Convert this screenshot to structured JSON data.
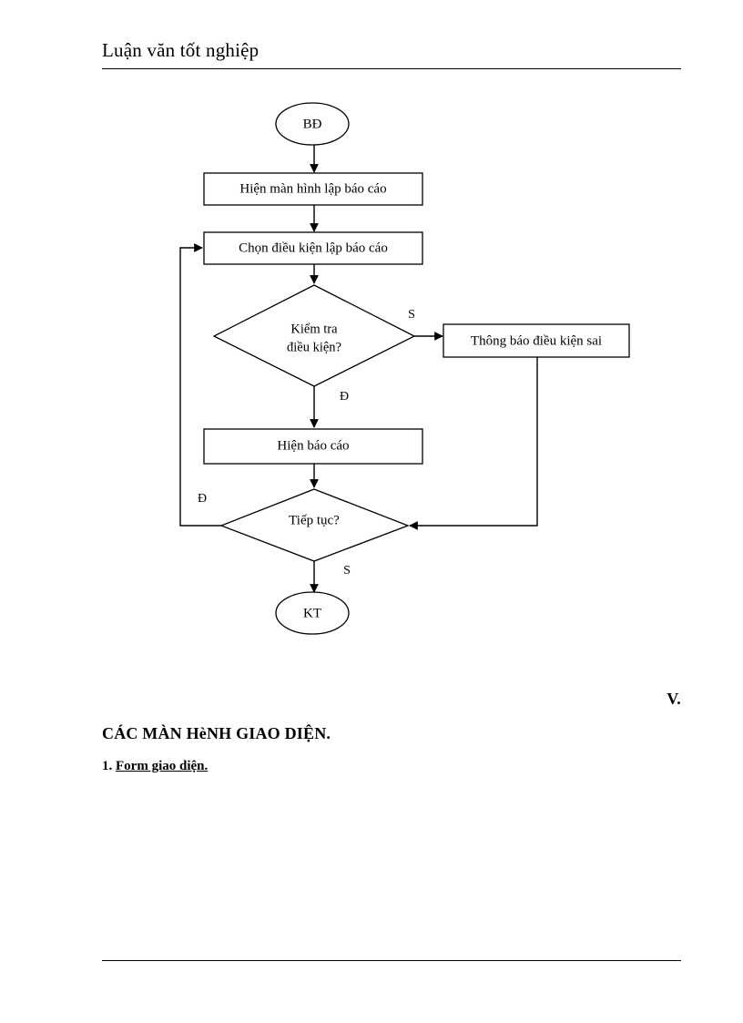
{
  "header": {
    "title": "Luận văn tốt nghiệp"
  },
  "flowchart": {
    "start": "BĐ",
    "process_1": "Hiện màn hình lập báo cáo",
    "process_2": "Chọn điều kiện lập báo cáo",
    "decision_1_line_1": "Kiểm tra",
    "decision_1_line_2": "điều kiện?",
    "error_box": "Thông báo điều kiện  sai",
    "process_3": "Hiện báo cáo",
    "decision_2": "Tiếp tục?",
    "end": "KT",
    "label_s_1": "S",
    "label_d_1": "Đ",
    "label_d_2": "Đ",
    "label_s_2": "S"
  },
  "bottom": {
    "roman_marker": "V.",
    "section_heading": "CÁC MÀN HèNH GIAO DIỆN.",
    "sub_number": "1. ",
    "sub_title": "Form giao diện."
  },
  "colors": {
    "ink": "#000000",
    "paper": "#ffffff"
  }
}
